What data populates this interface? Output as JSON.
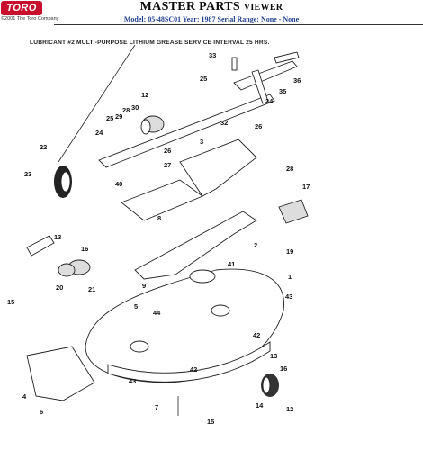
{
  "header": {
    "logo_text": "TORO",
    "copyright": "©2001 The Toro Company",
    "title_main": "MASTER PARTS",
    "title_sub": "VIEWER",
    "model_line": "Model: 05-48SC01  Year: 1987  Serial Range: None - None"
  },
  "diagram": {
    "note": "LUBRICANT #2 MULTI-PURPOSE LITHIUM GREASE SERVICE INTERVAL 25 HRS.",
    "callouts": [
      "1",
      "2",
      "3",
      "4",
      "5",
      "6",
      "7",
      "8",
      "9",
      "12",
      "13",
      "14",
      "15",
      "16",
      "17",
      "19",
      "20",
      "21",
      "22",
      "23",
      "24",
      "25",
      "26",
      "27",
      "28",
      "29",
      "30",
      "32",
      "33",
      "34",
      "35",
      "36",
      "40",
      "41",
      "42",
      "43",
      "44"
    ],
    "colors": {
      "logo": "#c8102e",
      "model_text": "#1f3f8f",
      "line_art": "#222222"
    }
  }
}
